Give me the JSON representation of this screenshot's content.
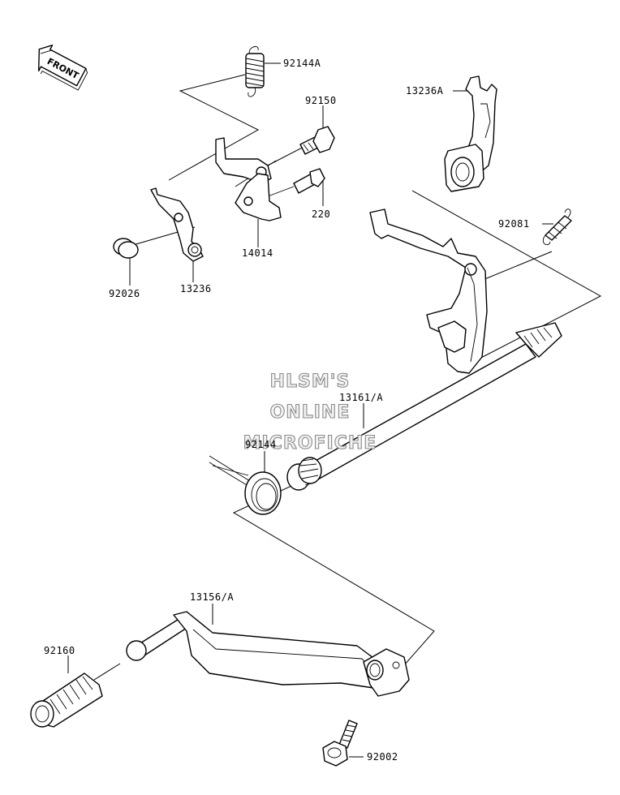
{
  "front_label": "FRONT",
  "watermark": {
    "line1": "HLSM'S",
    "line2": "ONLINE",
    "line3": "MICROFICHE"
  },
  "parts": {
    "spring_92144A": "92144A",
    "bolt_92150": "92150",
    "fork_13236A": "13236A",
    "bolt_220": "220",
    "spring_92081": "92081",
    "lever_14014": "14014",
    "washer_92026": "92026",
    "arm_13236": "13236",
    "shaft_13161A": "13161/A",
    "spring_92144": "92144",
    "pedal_13156A": "13156/A",
    "rubber_92160": "92160",
    "bolt_92002": "92002"
  }
}
